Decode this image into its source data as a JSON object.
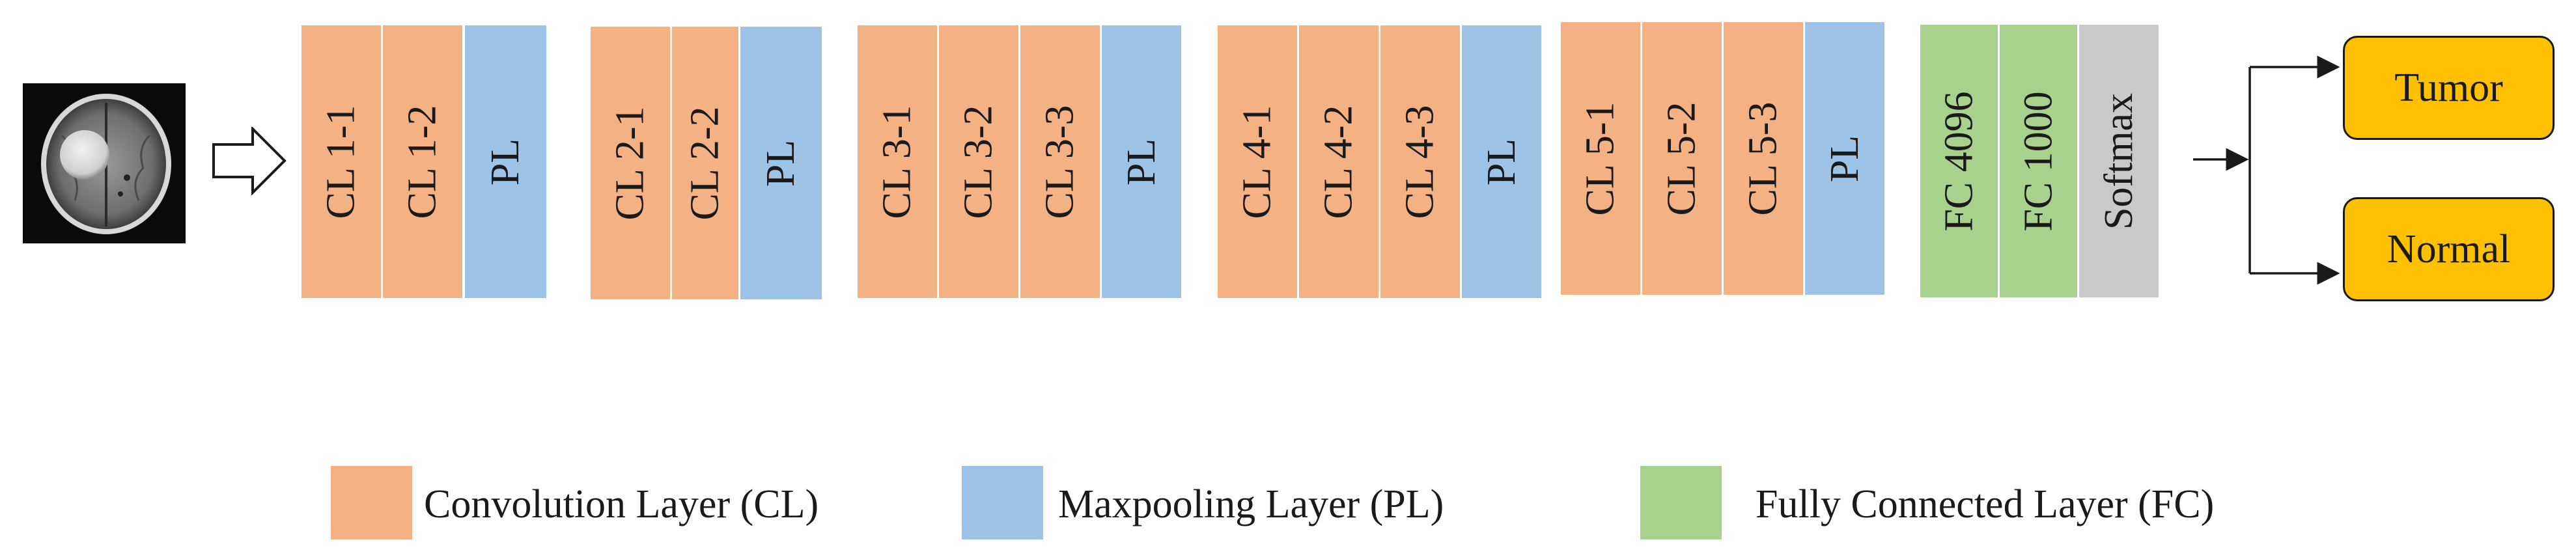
{
  "network": {
    "stages": [
      {
        "conv": [
          "CL 1-1",
          "CL 1-2"
        ],
        "pool": "PL"
      },
      {
        "conv": [
          "CL 2-1",
          "CL 2-2"
        ],
        "pool": "PL"
      },
      {
        "conv": [
          "CL 3-1",
          "CL 3-2",
          "CL 3-3"
        ],
        "pool": "PL"
      },
      {
        "conv": [
          "CL 4-1",
          "CL 4-2",
          "CL 4-3"
        ],
        "pool": "PL"
      },
      {
        "conv": [
          "CL 5-1",
          "CL 5-2",
          "CL 5-3"
        ],
        "pool": "PL"
      }
    ],
    "fc": [
      "FC 4096",
      "FC 1000"
    ],
    "softmax": "Softmax"
  },
  "outputs": [
    "Tumor",
    "Normal"
  ],
  "legend": {
    "conv": "Convolution Layer (CL)",
    "pool": "Maxpooling Layer (PL)",
    "fc": "Fully Connected Layer (FC)"
  },
  "colors": {
    "conv": "#f4b183",
    "pool": "#9dc3e6",
    "fc": "#a9d18e",
    "softmax": "#c9c9c9",
    "output": "#ffc000"
  }
}
